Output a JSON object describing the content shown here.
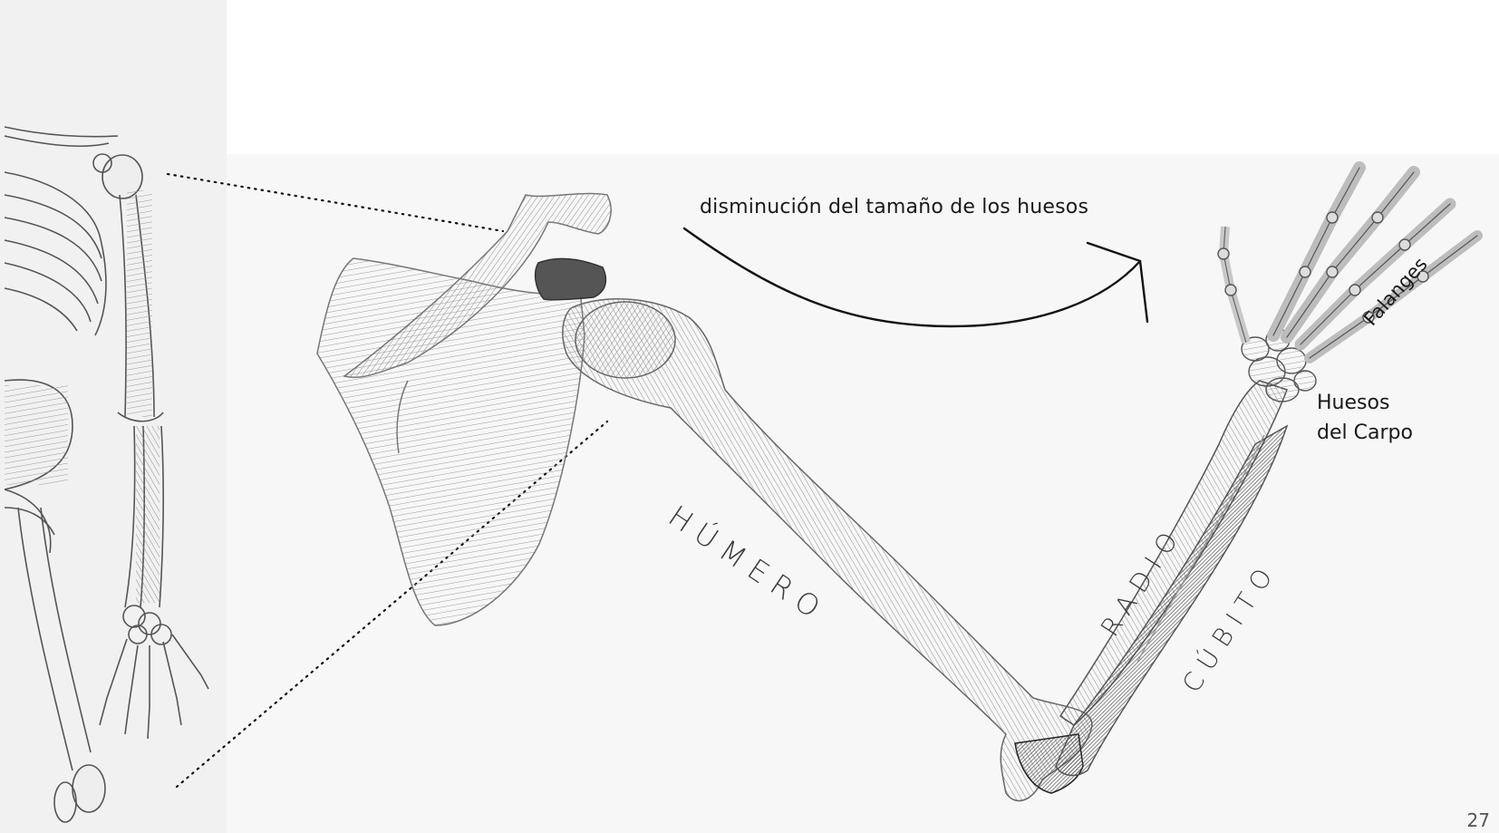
{
  "caption": "disminución del tamaño de los huesos",
  "labels": {
    "humero": "HÚMERO",
    "radio": "RADIO",
    "cubito": "CÚBITO",
    "falanges": "Falanges",
    "carpo_line1": "Huesos",
    "carpo_line2": "del Carpo"
  },
  "page_number": "27"
}
